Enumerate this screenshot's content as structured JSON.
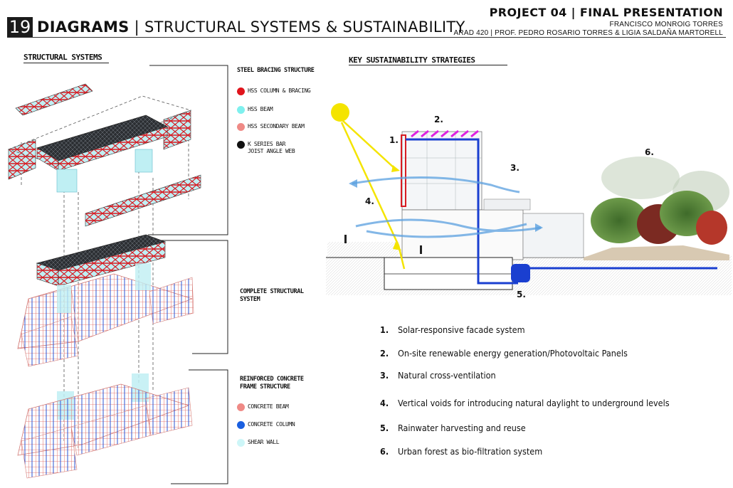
{
  "header": {
    "page_number": "19",
    "title_bold": "DIAGRAMS",
    "separator": "|",
    "title_rest": "STRUCTURAL SYSTEMS & SUSTAINABILITY",
    "project": "PROJECT 04 | FINAL PRESENTATION",
    "author": "FRANCISCO MONROIG TORRES",
    "course": "ARAD 420 | PROF. PEDRO ROSARIO TORRES & LIGIA SALDAÑA MARTORELL"
  },
  "structural": {
    "section_title": "STRUCTURAL SYSTEMS",
    "steel_title": "STEEL BRACING STRUCTURE",
    "steel_items": [
      {
        "label": "HSS COLUMN & BRACING",
        "color": "#e0141c"
      },
      {
        "label": "HSS BEAM",
        "color": "#7ff0ee"
      },
      {
        "label": "HSS SECONDARY BEAM",
        "color": "#ef8a86"
      },
      {
        "label": "K SERIES BAR JOIST ANGLE WEB",
        "color": "#111111"
      }
    ],
    "complete_title": "COMPLETE STRUCTURAL SYSTEM",
    "concrete_title": "REINFORCED CONCRETE FRAME STRUCTURE",
    "concrete_items": [
      {
        "label": "CONCRETE  BEAM",
        "color": "#ef8a86"
      },
      {
        "label": "CONCRETE COLUMN",
        "color": "#1a5fe0"
      },
      {
        "label": "SHEAR WALL",
        "color": "#cdf6f8"
      }
    ]
  },
  "sustainability": {
    "section_title": "KEY SUSTAINABILITY STRATEGIES",
    "diagram_labels": [
      "1.",
      "2.",
      "3.",
      "4.",
      "5.",
      "6."
    ],
    "strategies": [
      {
        "num": "1.",
        "text": "Solar-responsive facade system"
      },
      {
        "num": "2.",
        "text": "On-site renewable energy generation/Photovoltaic Panels"
      },
      {
        "num": "3.",
        "text": "Natural cross-ventilation"
      },
      {
        "num": "4.",
        "text": "Vertical voids for introducing natural daylight to underground levels"
      },
      {
        "num": "5.",
        "text": "Rainwater harvesting and reuse"
      },
      {
        "num": "6.",
        "text": "Urban forest as bio-filtration system"
      }
    ]
  }
}
